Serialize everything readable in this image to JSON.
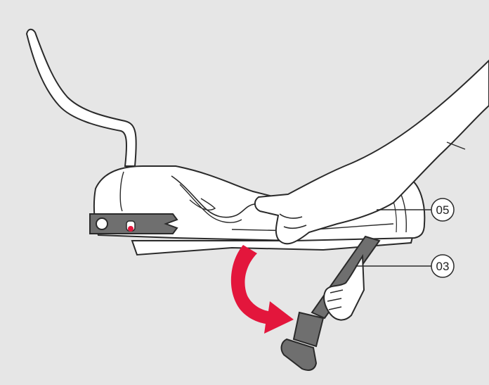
{
  "illustration": {
    "callouts": [
      {
        "id": "05",
        "label": "05"
      },
      {
        "id": "03",
        "label": "03"
      }
    ],
    "colors": {
      "background": "#e6e6e6",
      "outline": "#2a2a2a",
      "body_fill": "#ffffff",
      "dark_part": "#6f6f6f",
      "arrow": "#e3163c"
    },
    "icons": [
      "rotation-arrow-icon"
    ]
  }
}
